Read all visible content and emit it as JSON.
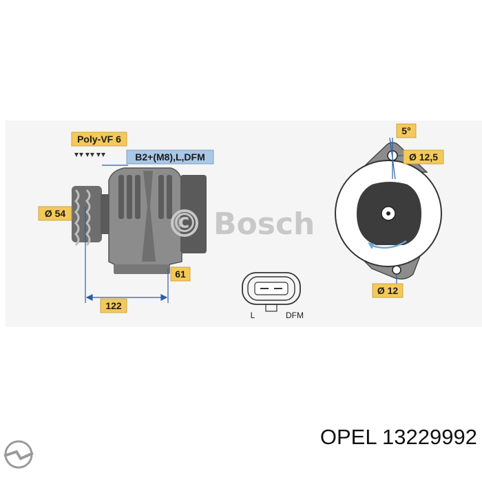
{
  "labels": {
    "belt": "Poly-VF 6",
    "terminals": "B2+(M8),L,DFM",
    "pulley_diameter": "Ø 54",
    "length_total": "122",
    "length_part": "61",
    "angle": "5°",
    "hole_top": "Ø 12,5",
    "hole_bottom": "Ø 12",
    "pin_l": "L",
    "pin_dfm": "DFM"
  },
  "watermark": {
    "text": "Bosch",
    "symbol": "©"
  },
  "caption": {
    "text": "OPEL 13229992"
  },
  "logo": {
    "name": "opel-logo"
  },
  "colors": {
    "label_bg": "#f4c95a",
    "terminal_bg": "#a9c7e6",
    "body_gray": "#8c8c8c",
    "dark_gray": "#555555",
    "dim_line": "#2b5ca8",
    "watermark": "#c8c8c8"
  }
}
